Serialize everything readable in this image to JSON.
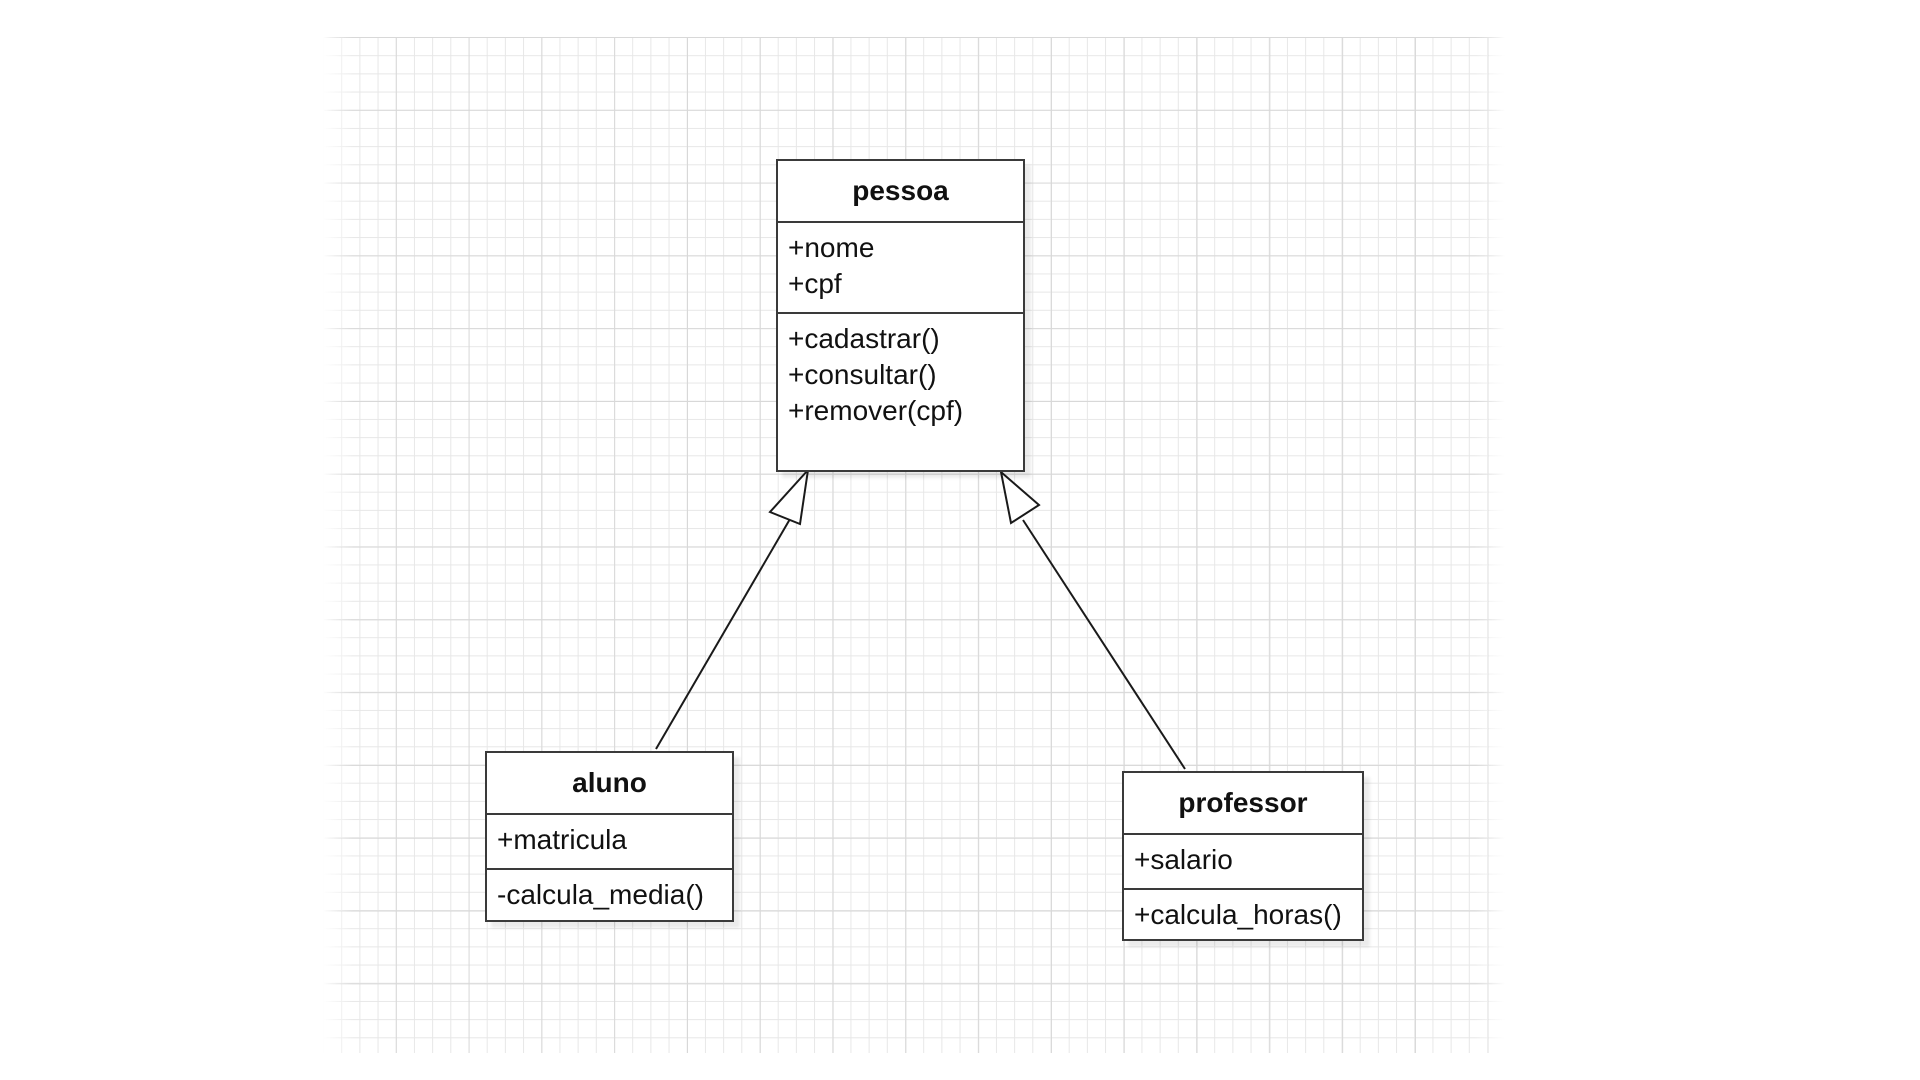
{
  "diagram": {
    "classes": [
      {
        "id": "pessoa",
        "name": "pessoa",
        "attributes": [
          "+nome",
          "+cpf"
        ],
        "methods": [
          "+cadastrar()",
          "+consultar()",
          "+remover(cpf)"
        ]
      },
      {
        "id": "aluno",
        "name": "aluno",
        "attributes": [
          "+matricula"
        ],
        "methods": [
          "-calcula_media()"
        ]
      },
      {
        "id": "professor",
        "name": "professor",
        "attributes": [
          "+salario"
        ],
        "methods": [
          "+calcula_horas()"
        ]
      }
    ],
    "relations": [
      {
        "type": "generalization",
        "from": "aluno",
        "to": "pessoa"
      },
      {
        "type": "generalization",
        "from": "professor",
        "to": "pessoa"
      }
    ],
    "colors": {
      "stroke": "#3a3a3a",
      "background": "#ffffff",
      "grid": "#e7e7e7"
    }
  }
}
